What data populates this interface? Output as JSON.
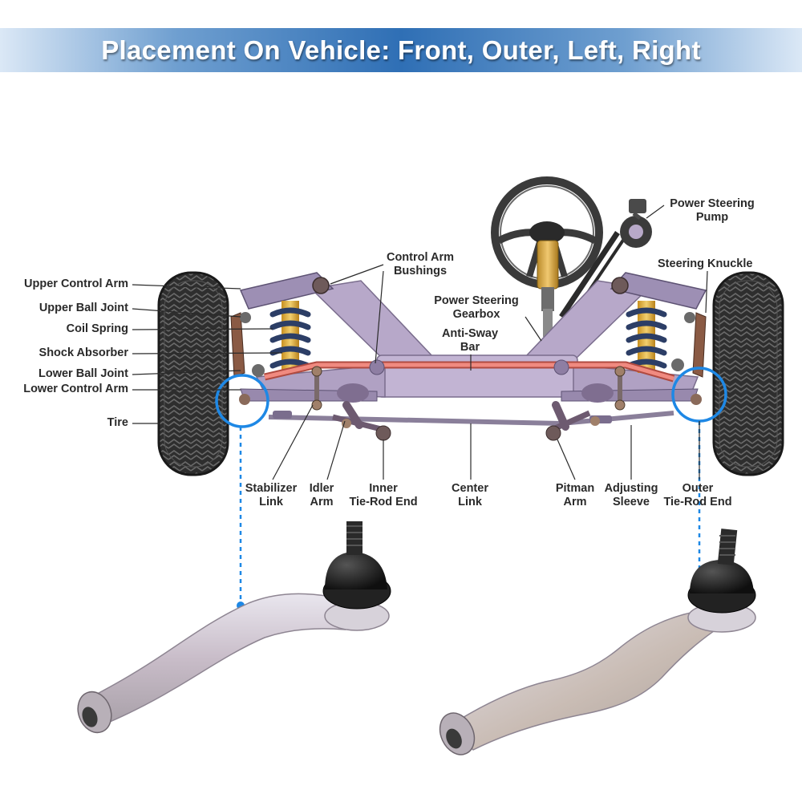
{
  "title": "Placement On Vehicle: Front, Outer, Left, Right",
  "colors": {
    "banner": "#2f6fb5",
    "highlight_circle": "#1e88e5",
    "anti_sway_bar": "#f08a80",
    "frame": "#b8a9c9",
    "tire": "#2b2b2b",
    "spring": "#2c3e66",
    "shock": "#e7b64a",
    "part_metal": "#c9b8b0"
  },
  "labels": {
    "upper_control_arm": "Upper Control Arm",
    "upper_ball_joint": "Upper Ball Joint",
    "coil_spring": "Coil Spring",
    "shock_absorber": "Shock Absorber",
    "lower_ball_joint": "Lower Ball Joint",
    "lower_control_arm": "Lower Control Arm",
    "tire": "Tire",
    "control_arm_bushings_1": "Control Arm",
    "control_arm_bushings_2": "Bushings",
    "power_steering_gearbox_1": "Power Steering",
    "power_steering_gearbox_2": "Gearbox",
    "anti_sway_bar_1": "Anti-Sway",
    "anti_sway_bar_2": "Bar",
    "power_steering_pump_1": "Power Steering",
    "power_steering_pump_2": "Pump",
    "steering_knuckle": "Steering Knuckle",
    "stabilizer_link_1": "Stabilizer",
    "stabilizer_link_2": "Link",
    "idler_arm_1": "Idler",
    "idler_arm_2": "Arm",
    "inner_tie_rod_end_1": "Inner",
    "inner_tie_rod_end_2": "Tie-Rod End",
    "center_link_1": "Center",
    "center_link_2": "Link",
    "pitman_arm_1": "Pitman",
    "pitman_arm_2": "Arm",
    "adjusting_sleeve_1": "Adjusting",
    "adjusting_sleeve_2": "Sleeve",
    "outer_tie_rod_end_1": "Outer",
    "outer_tie_rod_end_2": "Tie-Rod End"
  }
}
